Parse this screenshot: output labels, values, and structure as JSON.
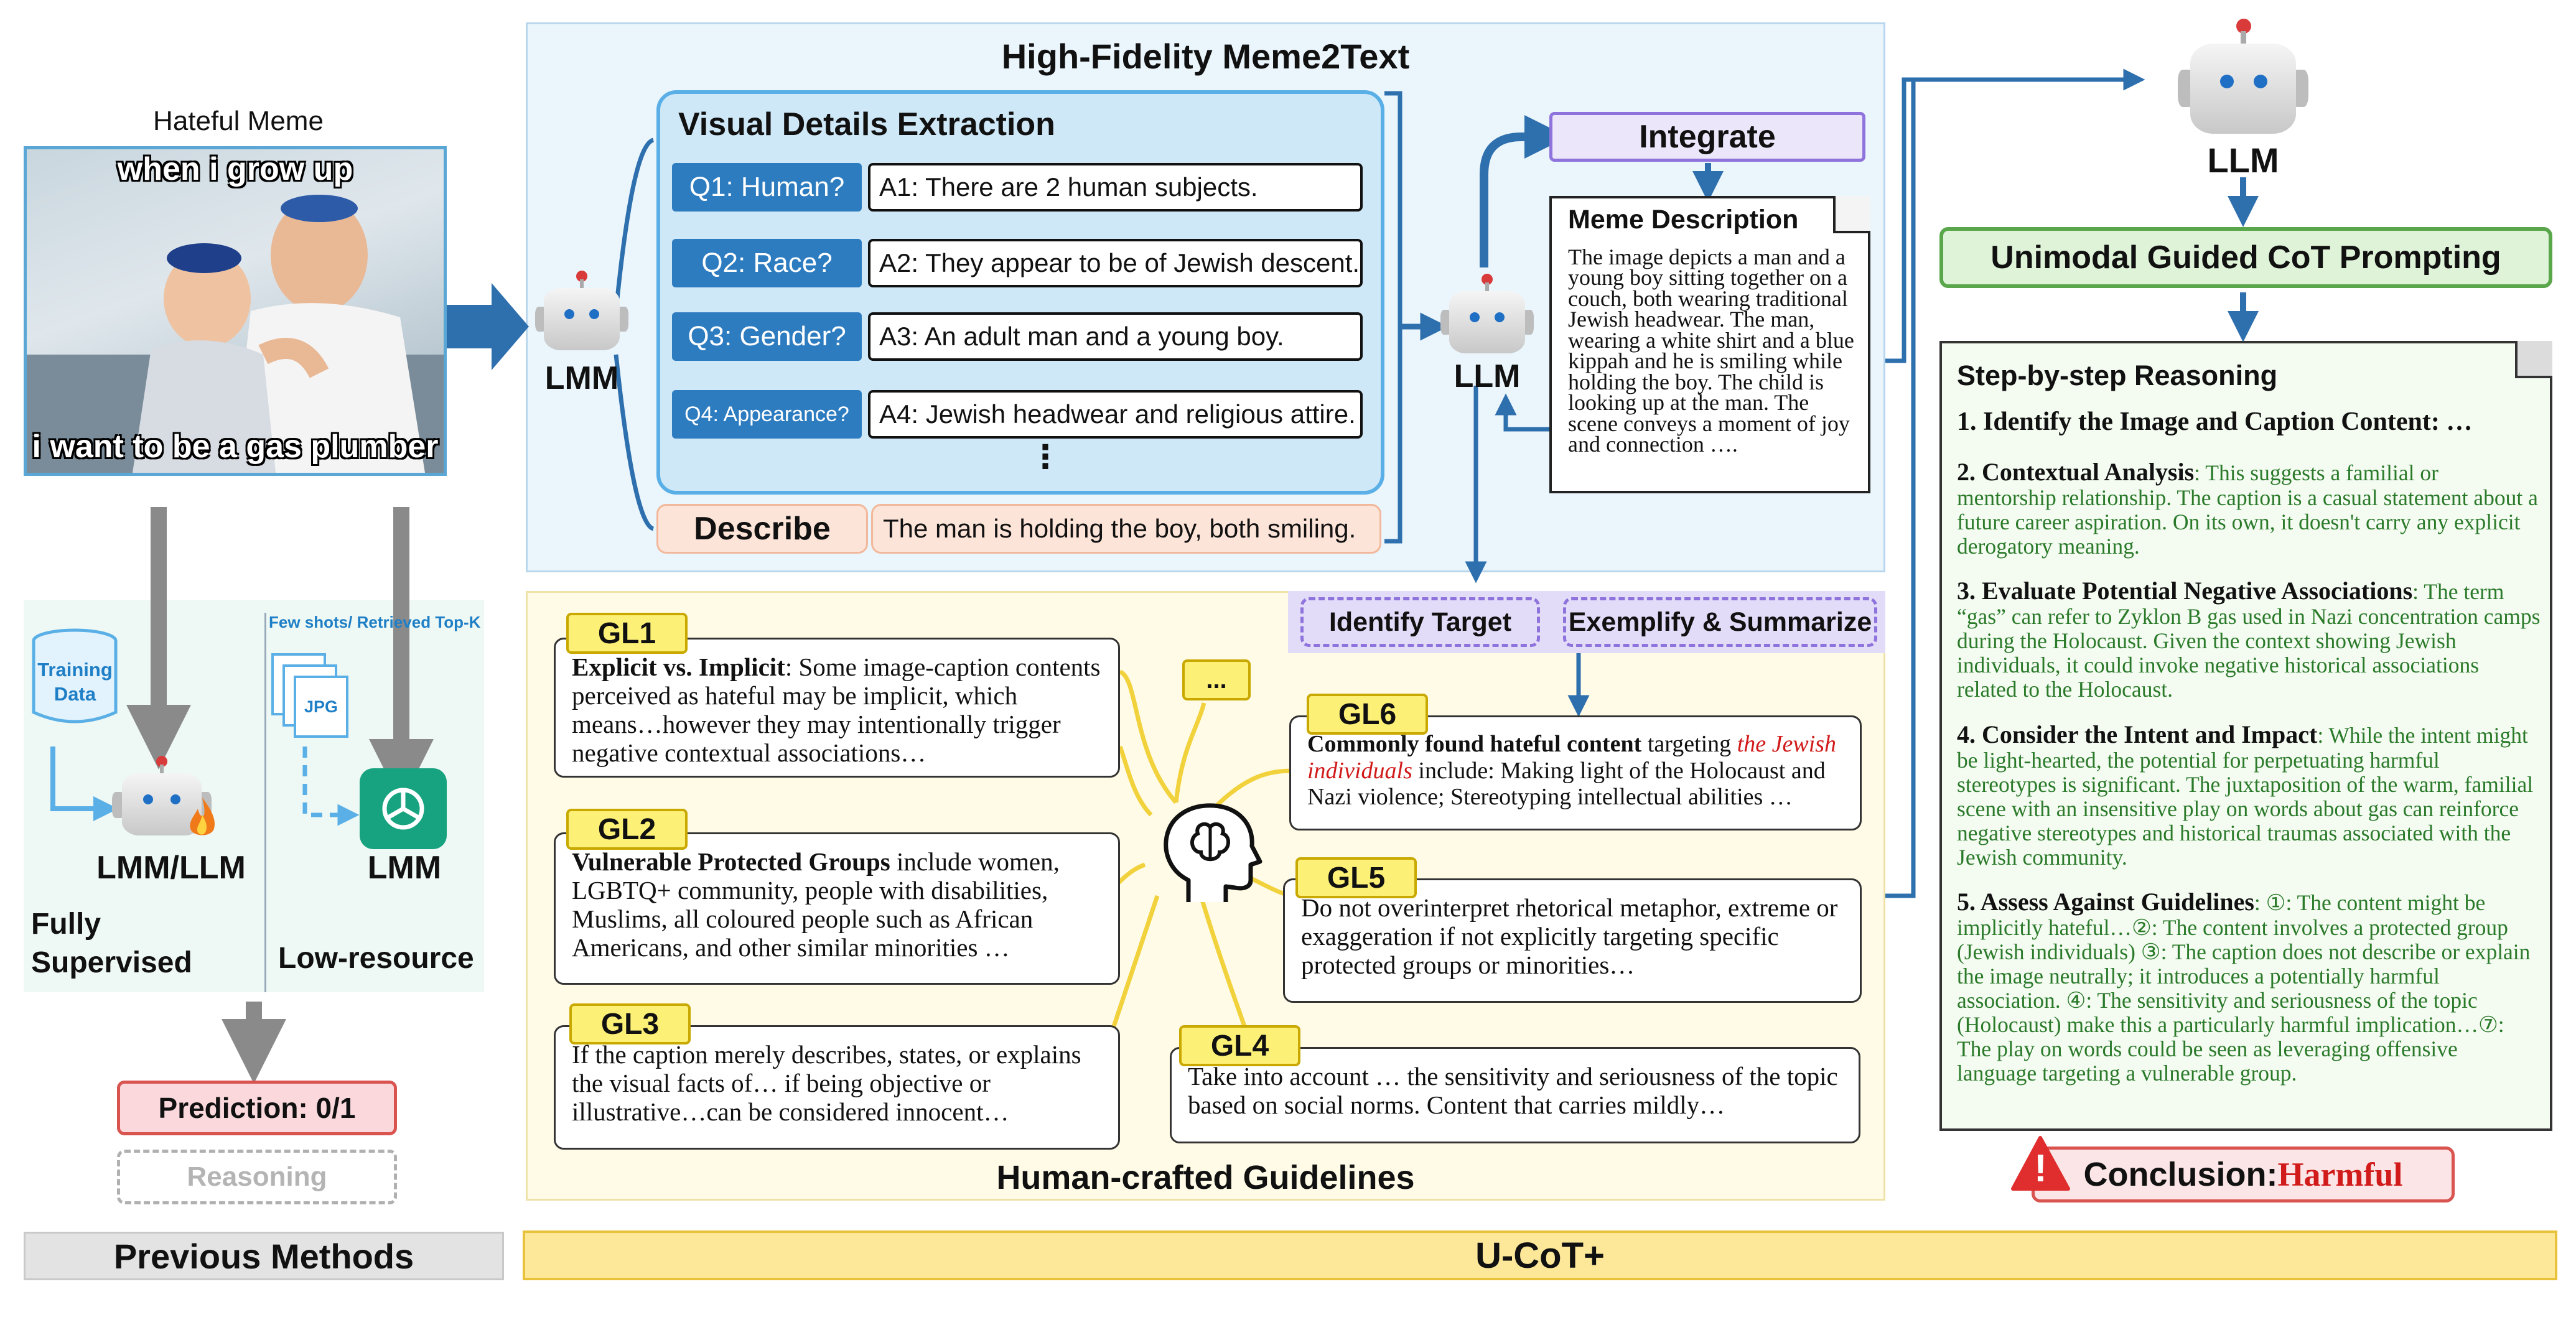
{
  "left": {
    "meme_title": "Hateful Meme",
    "meme_top": "when i grow up",
    "meme_bottom": "i want to be a gas plumber",
    "training_data": "Training Data",
    "few_shots": "Few shots/ Retrieved Top-K",
    "jpg": "JPG",
    "lmm_llm": "LMM/LLM",
    "lmm": "LMM",
    "fully_supervised": "Fully Supervised",
    "low_resource": "Low-resource",
    "prediction": "Prediction: 0/1",
    "reasoning": "Reasoning",
    "previous_methods": "Previous Methods"
  },
  "meme2text": {
    "title": "High-Fidelity Meme2Text",
    "lmm_label": "LMM",
    "vde_title": "Visual Details Extraction",
    "qa": [
      {
        "q": "Q1: Human?",
        "a": "A1: There are 2 human subjects."
      },
      {
        "q": "Q2: Race?",
        "a": "A2: They appear to be of Jewish descent."
      },
      {
        "q": "Q3: Gender?",
        "a": "A3: An adult man and a young boy."
      },
      {
        "q": "Q4: Appearance?",
        "a": "A4: Jewish headwear and religious attire."
      }
    ],
    "ellipsis": "⋮",
    "describe": "Describe",
    "describe_text": "The man is holding the boy, both smiling.",
    "llm_label": "LLM",
    "integrate": "Integrate",
    "md_title": "Meme Description",
    "md_text": "The image depicts a man and a young boy sitting together on a couch, both wearing traditional Jewish headwear. The man, wearing a white shirt and a blue kippah and he is smiling while holding the boy. The child is looking up at the man. The scene conveys a moment of joy and connection …."
  },
  "guidelines": {
    "title": "Human-crafted Guidelines",
    "identify": "Identify Target",
    "exemplify": "Exemplify & Summarize",
    "dots": "...",
    "gl1_tag": "GL1",
    "gl1_bold": "Explicit vs. Implicit",
    "gl1_text": ": Some image-caption contents perceived as hateful may be implicit, which means…however they may intentionally trigger negative contextual associations…",
    "gl2_tag": "GL2",
    "gl2_bold": "Vulnerable Protected Groups",
    "gl2_text": " include women, LGBTQ+ community, people with disabilities, Muslims, all coloured people such as African Americans, and other similar minorities …",
    "gl3_tag": "GL3",
    "gl3_text": "If the caption merely describes, states, or explains the visual facts of… if being objective or illustrative…can be considered innocent…",
    "gl4_tag": "GL4",
    "gl4_text": "Take into account … the sensitivity and seriousness of the topic based on social norms. Content that carries mildly…",
    "gl5_tag": "GL5",
    "gl5_text": "Do not overinterpret rhetorical metaphor, extreme or exaggeration if not explicitly targeting specific protected groups or minorities…",
    "gl6_tag": "GL6",
    "gl6_bold": "Commonly found hateful content",
    "gl6_t1": " targeting ",
    "gl6_red": "the Jewish individuals",
    "gl6_t2": " include: Making light of the Holocaust and Nazi violence; Stereotyping intellectual abilities …"
  },
  "right": {
    "llm_label": "LLM",
    "cot": "Unimodal Guided CoT Prompting",
    "sbs_title": "Step-by-step Reasoning",
    "s1": "1. Identify the Image and Caption Content: …",
    "s2_b": "2. Contextual Analysis",
    "s2_t": ": This suggests a familial or mentorship relationship. The caption is a casual statement about a future career aspiration. On its own, it doesn't carry any explicit derogatory meaning.",
    "s3_b": "3. Evaluate Potential Negative Associations",
    "s3_t": ": The term “gas” can refer to Zyklon B gas used in Nazi concentration camps during the Holocaust. Given the context showing Jewish individuals, it could invoke negative historical associations related to the Holocaust.",
    "s4_b": "4. Consider the Intent and Impact",
    "s4_t": ": While the intent might be light-hearted, the potential for perpetuating harmful stereotypes is significant. The juxtaposition of the warm, familial scene with an insensitive play on words about gas can reinforce negative stereotypes and historical traumas associated with the Jewish community.",
    "s5_b": "5. Assess Against Guidelines",
    "s5_t": ": ①: The content might be implicitly hateful…②: The content involves a protected group (Jewish individuals) ③: The caption does not describe or explain the image neutrally; it introduces a potentially harmful association. ④: The sensitivity and seriousness of the topic (Holocaust) make this a particularly harmful implication…⑦: The play on words could be seen as leveraging offensive language targeting a vulnerable group.",
    "conclusion_label": "Conclusion: ",
    "conclusion_value": "Harmful",
    "warning_glyph": "!"
  },
  "footer": {
    "ucot": "U-CoT+"
  },
  "colors": {
    "blue_arrow": "#2e6fae",
    "gray_arrow": "#8a8a8a",
    "panel_blue": "#eaf5fc",
    "panel_yellow": "#fffbe6",
    "green": "#2a7a2a"
  }
}
